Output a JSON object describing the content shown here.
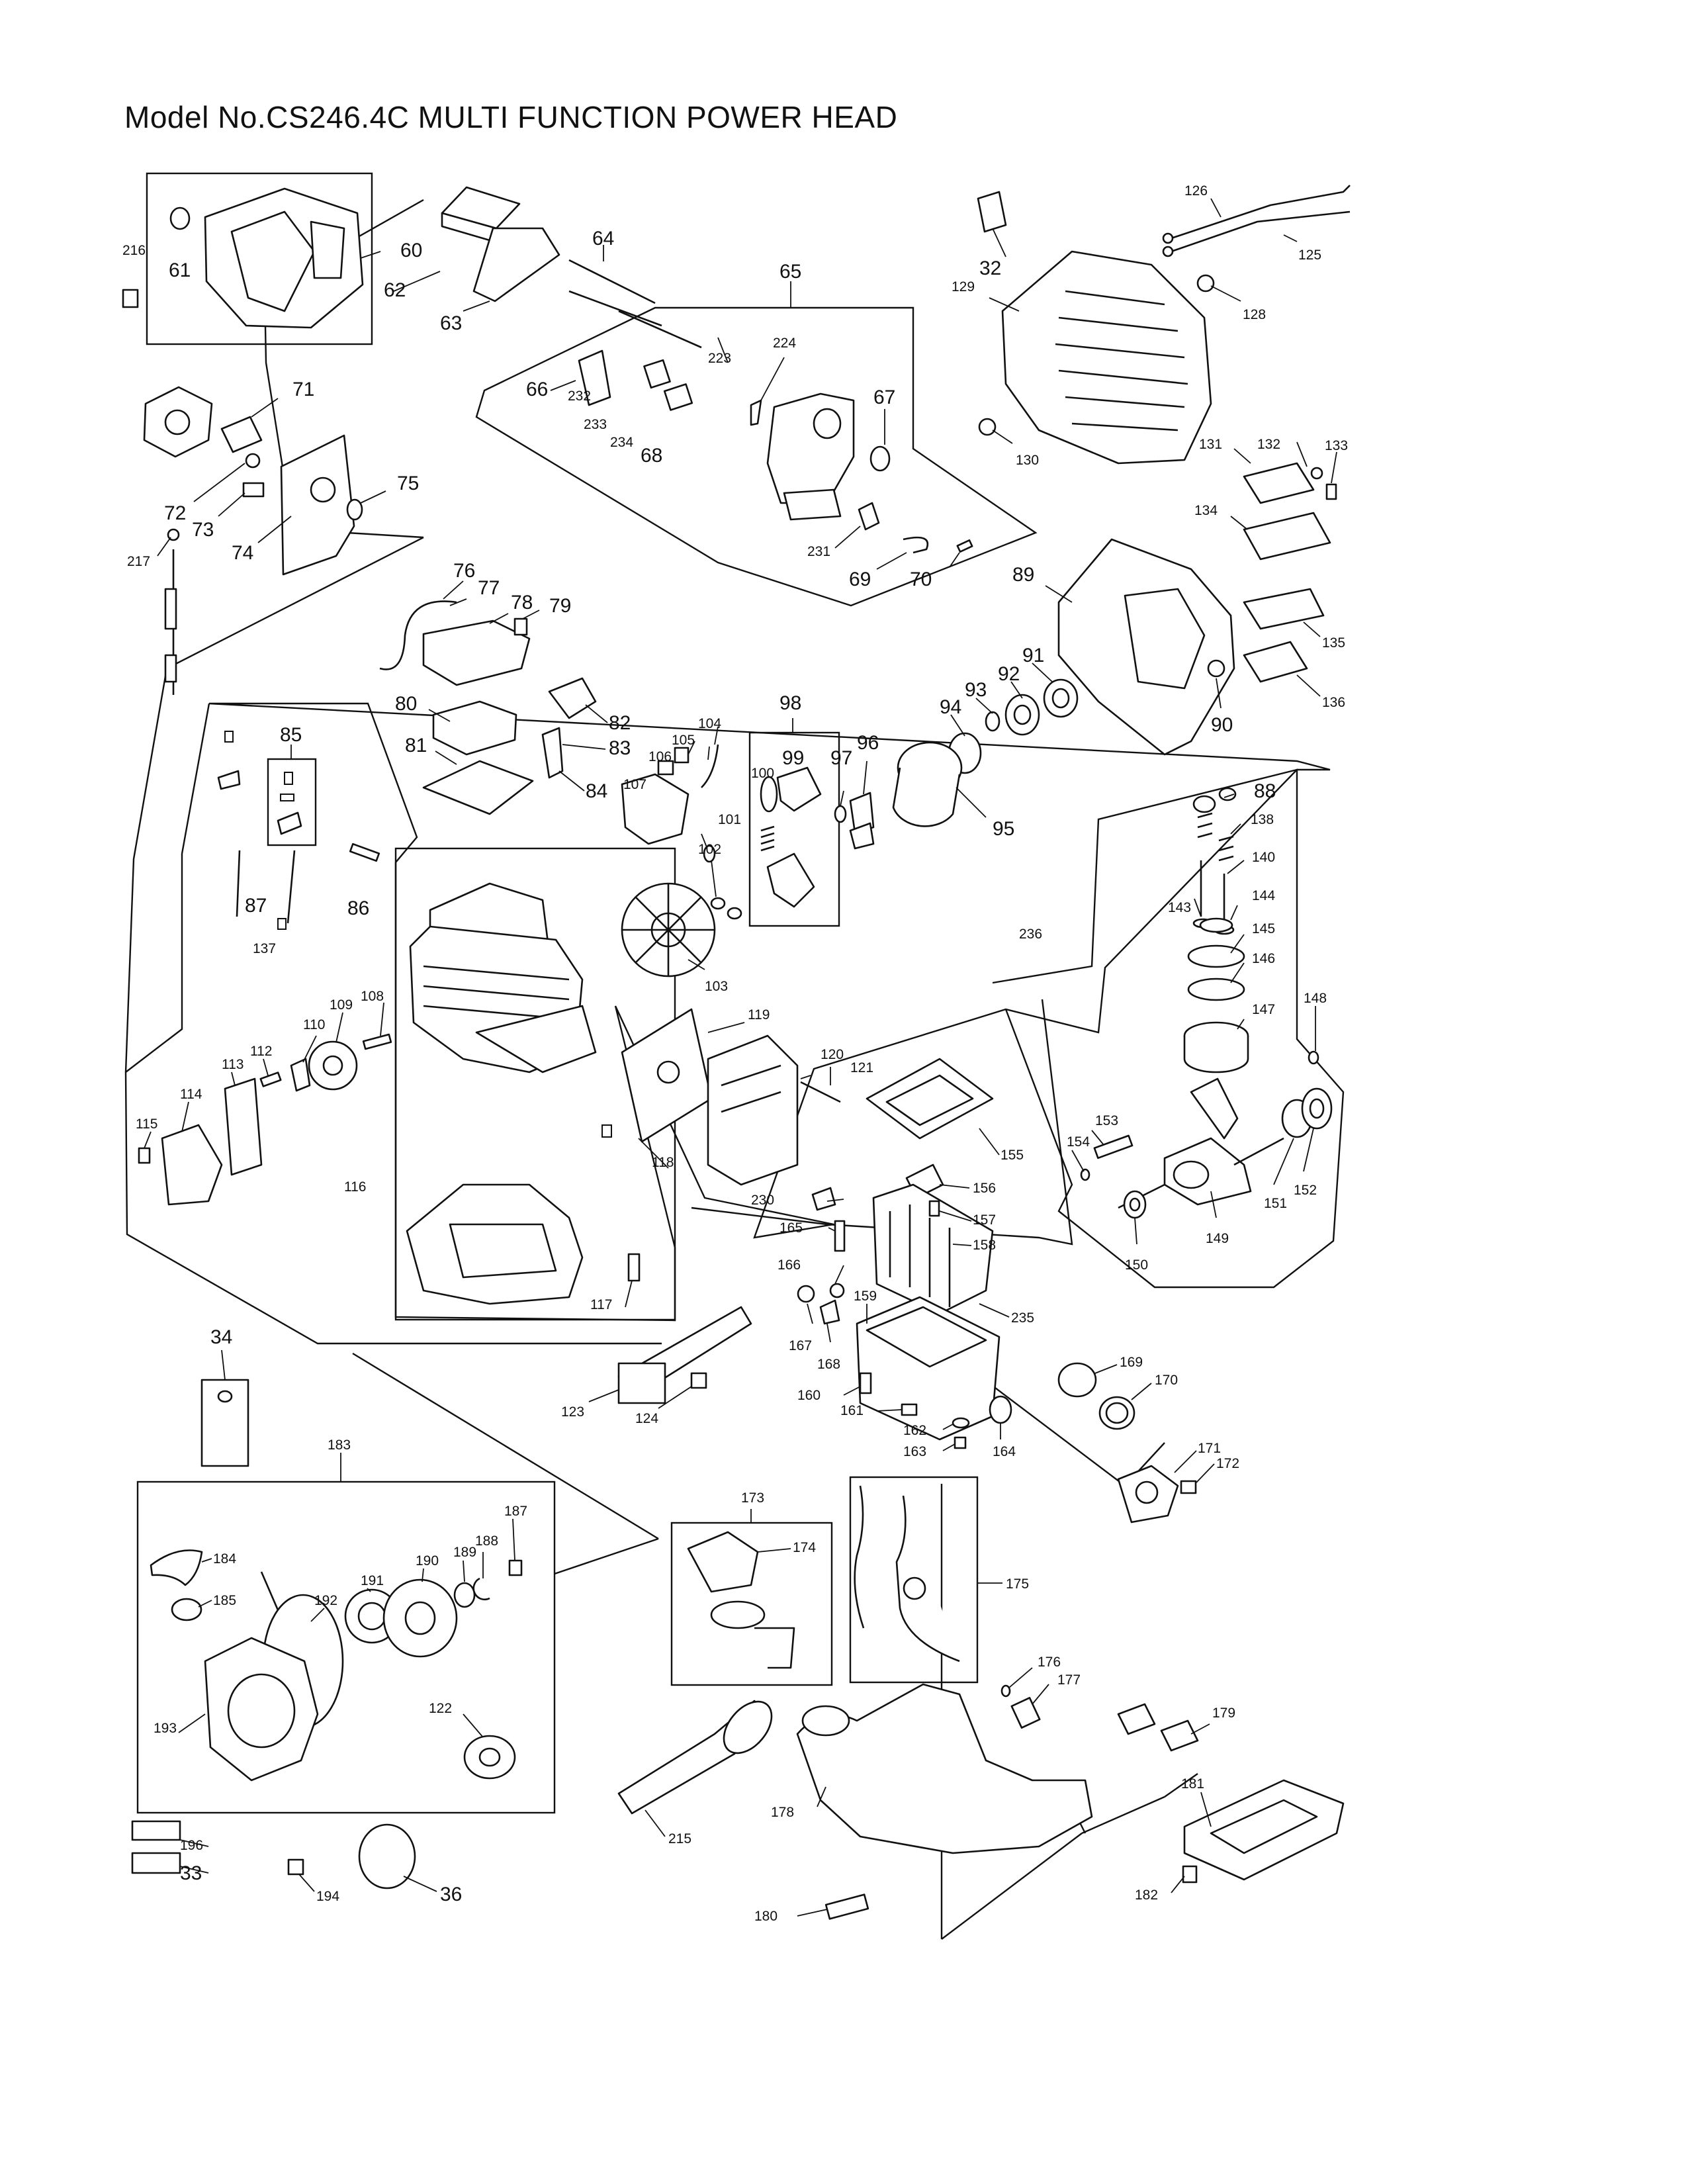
{
  "title": "Model No.CS246.4C MULTI FUNCTION POWER HEAD",
  "part_numbers": [
    "216",
    "61",
    "60",
    "62",
    "63",
    "64",
    "65",
    "66",
    "223",
    "224",
    "67",
    "232",
    "233",
    "234",
    "68",
    "231",
    "69",
    "70",
    "71",
    "72",
    "73",
    "74",
    "75",
    "217",
    "76",
    "77",
    "78",
    "79",
    "80",
    "81",
    "82",
    "83",
    "84",
    "85",
    "87",
    "86",
    "137",
    "104",
    "105",
    "106",
    "107",
    "101",
    "102",
    "103",
    "98",
    "99",
    "100",
    "97",
    "96",
    "95",
    "94",
    "93",
    "92",
    "91",
    "89",
    "90",
    "32",
    "126",
    "125",
    "128",
    "129",
    "130",
    "131",
    "132",
    "133",
    "134",
    "135",
    "136",
    "88",
    "138",
    "140",
    "143",
    "144",
    "145",
    "146",
    "147",
    "148",
    "236",
    "108",
    "109",
    "110",
    "112",
    "113",
    "114",
    "115",
    "116",
    "117",
    "118",
    "119",
    "120",
    "121",
    "155",
    "156",
    "157",
    "158",
    "230",
    "165",
    "166",
    "167",
    "168",
    "159",
    "235",
    "160",
    "161",
    "162",
    "163",
    "164",
    "169",
    "170",
    "171",
    "172",
    "153",
    "154",
    "151",
    "152",
    "149",
    "150",
    "34",
    "123",
    "124",
    "183",
    "184",
    "185",
    "192",
    "191",
    "190",
    "189",
    "188",
    "187",
    "193",
    "122",
    "196",
    "33",
    "194",
    "36",
    "173",
    "174",
    "175",
    "176",
    "177",
    "178",
    "179",
    "181",
    "182",
    "180",
    "215"
  ]
}
